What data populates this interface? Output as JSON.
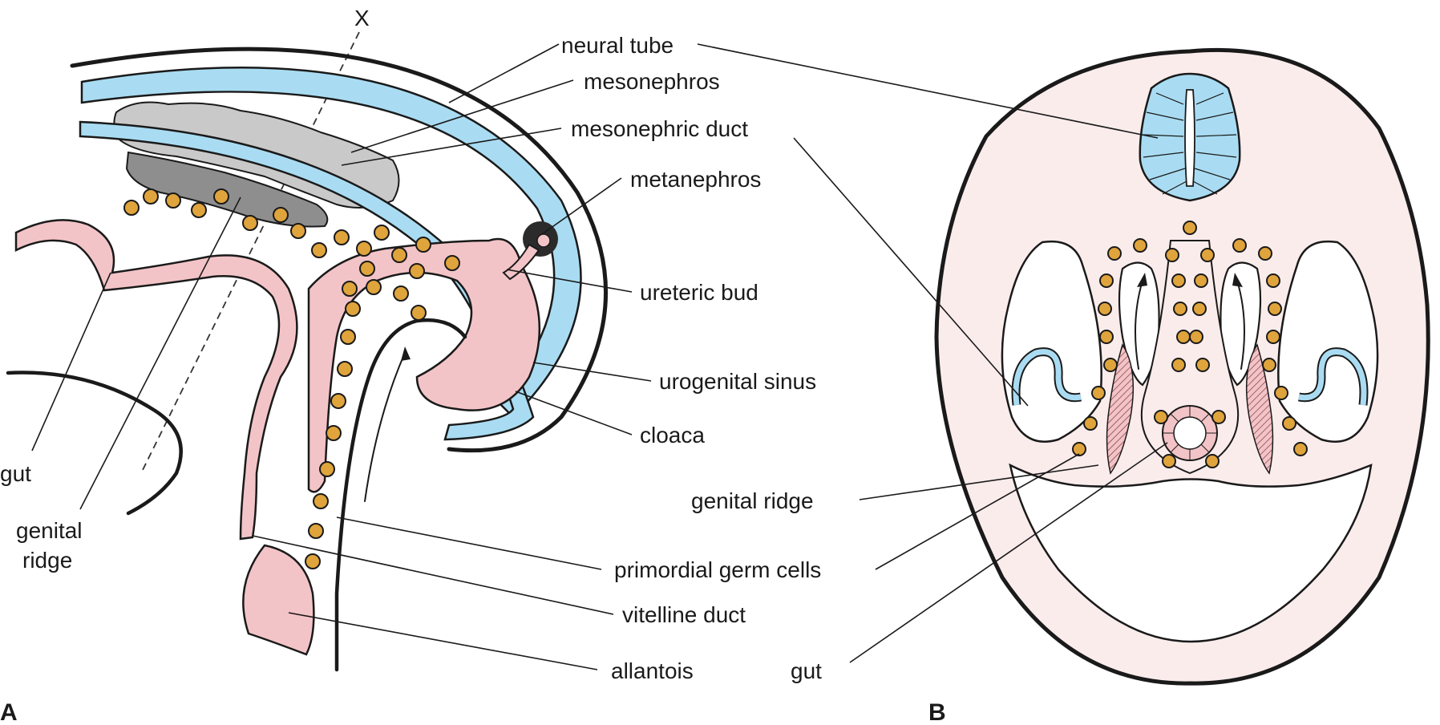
{
  "colors": {
    "tissue_pink": "#f3c4c7",
    "neural_blue": "#a9dcf2",
    "germ_cell": "#e0a43c",
    "mesonephros_grey": "#c6c6c6",
    "ridge_grey": "#8e8e8e",
    "section_bg": "#fbecec",
    "ink": "#1a1a1a"
  },
  "panel_a": {
    "panel_label": "A",
    "section_line_label": "X",
    "labels": {
      "neural_tube": "neural tube",
      "mesonephros": "mesonephros",
      "mesonephric_duct": "mesonephric duct",
      "metanephros": "metanephros",
      "ureteric_bud": "ureteric bud",
      "urogenital_sinus": "urogenital sinus",
      "cloaca": "cloaca",
      "primordial_germ_cells": "primordial germ cells",
      "vitelline_duct": "vitelline duct",
      "allantois": "allantois",
      "gut": "gut",
      "genital_ridge_line1": "genital",
      "genital_ridge_line2": "ridge"
    }
  },
  "panel_b": {
    "panel_label": "B",
    "labels": {
      "genital_ridge": "genital ridge",
      "gut": "gut"
    }
  }
}
